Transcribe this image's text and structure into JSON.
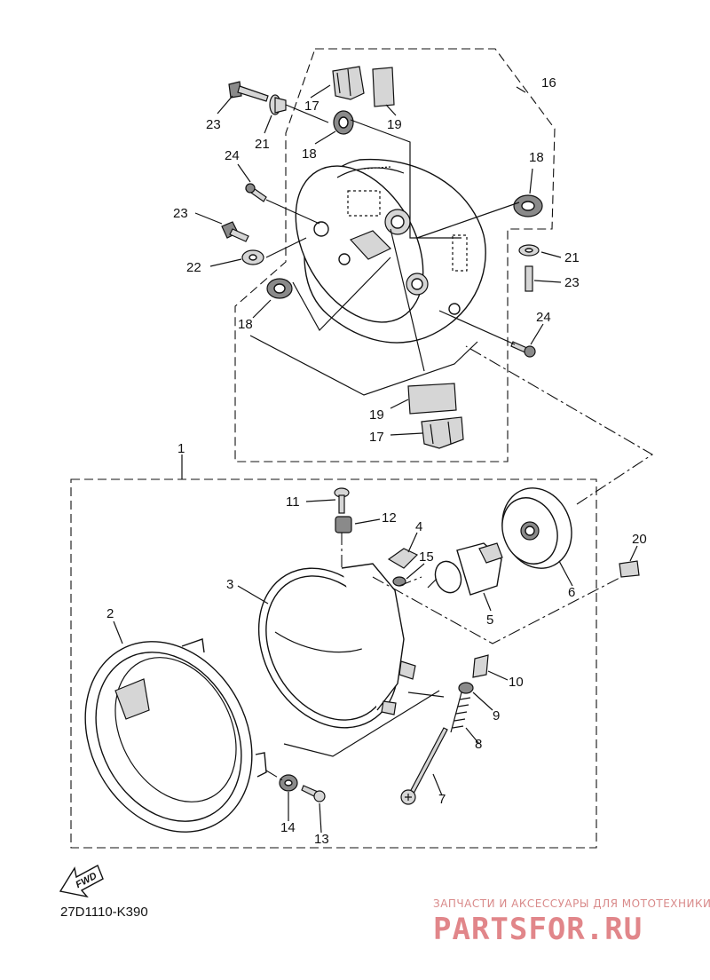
{
  "diagram": {
    "code": "27D1110-K390",
    "fwd_label": "FWD",
    "callouts": {
      "c1": "1",
      "c2": "2",
      "c3": "3",
      "c4": "4",
      "c5": "5",
      "c6": "6",
      "c7": "7",
      "c8": "8",
      "c9": "9",
      "c10": "10",
      "c11": "11",
      "c12": "12",
      "c13": "13",
      "c14": "14",
      "c15": "15",
      "c16": "16",
      "c17a": "17",
      "c17b": "17",
      "c18a": "18",
      "c18b": "18",
      "c18c": "18",
      "c19a": "19",
      "c19b": "19",
      "c20": "20",
      "c21a": "21",
      "c21b": "21",
      "c22": "22",
      "c23a": "23",
      "c23b": "23",
      "c23c": "23",
      "c24a": "24",
      "c24b": "24"
    }
  },
  "watermark": {
    "tagline": "ЗАПЧАСТИ И АКСЕССУАРЫ ДЛЯ МОТОТЕХНИКИ",
    "brand": "PARTSFOR.RU"
  }
}
